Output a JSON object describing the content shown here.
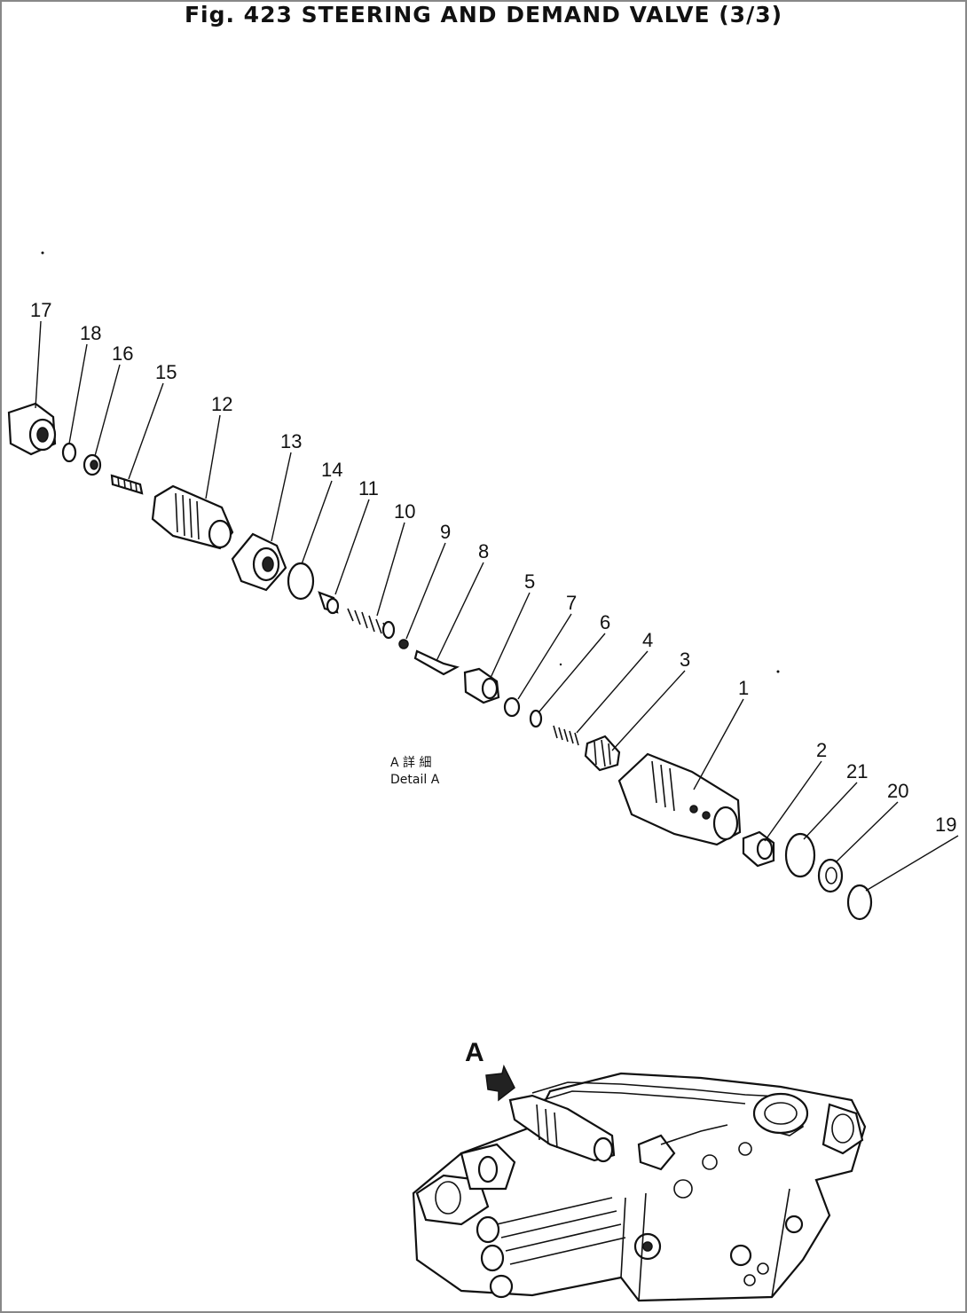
{
  "figure": {
    "title": "Fig. 423   STEERING AND DEMAND VALVE (3/3)",
    "detail_label_jp": "A 詳 細",
    "detail_label_en": "Detail A",
    "view_marker": "A"
  },
  "callouts": [
    "1",
    "2",
    "3",
    "4",
    "5",
    "6",
    "7",
    "8",
    "9",
    "10",
    "11",
    "12",
    "13",
    "14",
    "15",
    "16",
    "17",
    "18",
    "19",
    "20",
    "21"
  ]
}
